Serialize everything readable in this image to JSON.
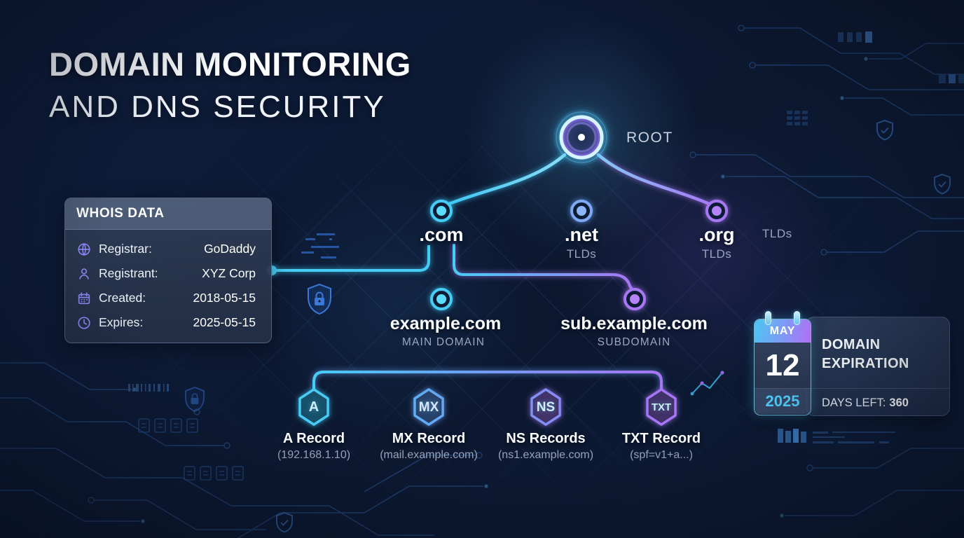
{
  "title": {
    "line1": "DOMAIN MONITORING",
    "line2": "AND DNS SECURITY"
  },
  "whois": {
    "title": "WHOIS DATA",
    "rows": [
      {
        "icon": "globe-icon",
        "label": "Registrar:",
        "value": "GoDaddy"
      },
      {
        "icon": "person-icon",
        "label": "Registrant:",
        "value": "XYZ Corp"
      },
      {
        "icon": "calendar-icon",
        "label": "Created:",
        "value": "2018-05-15"
      },
      {
        "icon": "clock-icon",
        "label": "Expires:",
        "value": "2025-05-15"
      }
    ]
  },
  "tree": {
    "root_label": "ROOT",
    "tld_com": ".com",
    "tld_net": ".net",
    "tld_net_sub": "TLDs",
    "tld_org": ".org",
    "tld_org_sub": "TLDs",
    "tld_side_label": "TLDs",
    "main_domain": {
      "label": "example.com",
      "sublabel": "MAIN DOMAIN"
    },
    "subdomain": {
      "label": "sub.example.com",
      "sublabel": "SUBDOMAIN"
    },
    "records": [
      {
        "badge": "A",
        "label": "A Record",
        "value": "(192.168.1.10)"
      },
      {
        "badge": "MX",
        "label": "MX Record",
        "value": "(mail.example.com)"
      },
      {
        "badge": "NS",
        "label": "NS Records",
        "value": "(ns1.example.com)"
      },
      {
        "badge": "TXT",
        "label": "TXT Record",
        "value": "(spf=v1+a...)"
      }
    ]
  },
  "expiration": {
    "month": "MAY",
    "day": "12",
    "year": "2025",
    "title_line1": "DOMAIN",
    "title_line2": "EXPIRATION",
    "days_left_label": "DAYS LEFT:",
    "days_left_value": "360"
  },
  "colors": {
    "background": "#0d1b36",
    "cyan": "#4ed1f7",
    "blue": "#6fa8f2",
    "purple": "#a878f5",
    "muted_text": "#97a4bc"
  }
}
